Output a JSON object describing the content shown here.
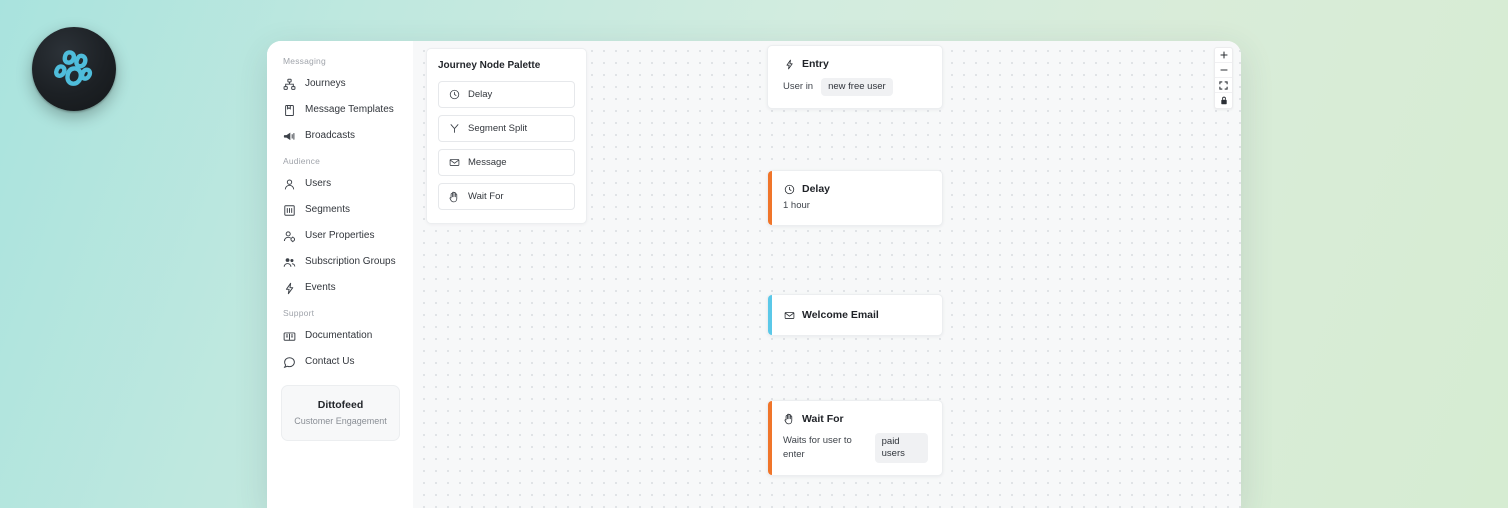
{
  "logo": {
    "name": "dittofeed-paw-logo"
  },
  "sidebar": {
    "sections": [
      {
        "label": "Messaging",
        "items": [
          {
            "label": "Journeys",
            "icon": "hierarchy-icon"
          },
          {
            "label": "Message Templates",
            "icon": "document-icon"
          },
          {
            "label": "Broadcasts",
            "icon": "megaphone-icon"
          }
        ]
      },
      {
        "label": "Audience",
        "items": [
          {
            "label": "Users",
            "icon": "user-icon"
          },
          {
            "label": "Segments",
            "icon": "segment-icon"
          },
          {
            "label": "User Properties",
            "icon": "user-gear-icon"
          },
          {
            "label": "Subscription Groups",
            "icon": "users-group-icon"
          },
          {
            "label": "Events",
            "icon": "lightning-icon"
          }
        ]
      },
      {
        "label": "Support",
        "items": [
          {
            "label": "Documentation",
            "icon": "book-icon"
          },
          {
            "label": "Contact Us",
            "icon": "chat-bubble-icon"
          }
        ]
      }
    ],
    "brand": {
      "name": "Dittofeed",
      "tagline": "Customer Engagement"
    }
  },
  "palette": {
    "title": "Journey Node Palette",
    "items": [
      {
        "label": "Delay",
        "icon": "clock-icon"
      },
      {
        "label": "Segment Split",
        "icon": "split-icon"
      },
      {
        "label": "Message",
        "icon": "envelope-icon"
      },
      {
        "label": "Wait For",
        "icon": "raised-hand-icon"
      }
    ]
  },
  "canvas": {
    "nodes": [
      {
        "id": "entry",
        "title": "Entry",
        "icon": "lightning-icon",
        "accent": "none",
        "sub_prefix": "User in",
        "chip": "new free user"
      },
      {
        "id": "delay",
        "title": "Delay",
        "icon": "clock-icon",
        "accent": "#F0752A",
        "sub_prefix": "1 hour",
        "chip": ""
      },
      {
        "id": "welcome-email",
        "title": "Welcome Email",
        "icon": "envelope-icon",
        "accent": "#5BC8E8",
        "sub_prefix": "",
        "chip": ""
      },
      {
        "id": "wait-for",
        "title": "Wait For",
        "icon": "raised-hand-icon",
        "accent": "#F0752A",
        "sub_prefix": "Waits for user to enter",
        "chip": "paid users"
      }
    ],
    "controls": [
      {
        "name": "zoom-in-button",
        "icon": "plus-icon"
      },
      {
        "name": "zoom-out-button",
        "icon": "minus-icon"
      },
      {
        "name": "fit-view-button",
        "icon": "fit-view-icon"
      },
      {
        "name": "lock-button",
        "icon": "lock-icon"
      }
    ]
  },
  "colors": {
    "accent_orange": "#F0752A",
    "accent_cyan": "#5BC8E8",
    "logo_cyan": "#4FBDDB",
    "canvas_bg": "#F7F8F9",
    "edge": "#C2C6CC"
  }
}
